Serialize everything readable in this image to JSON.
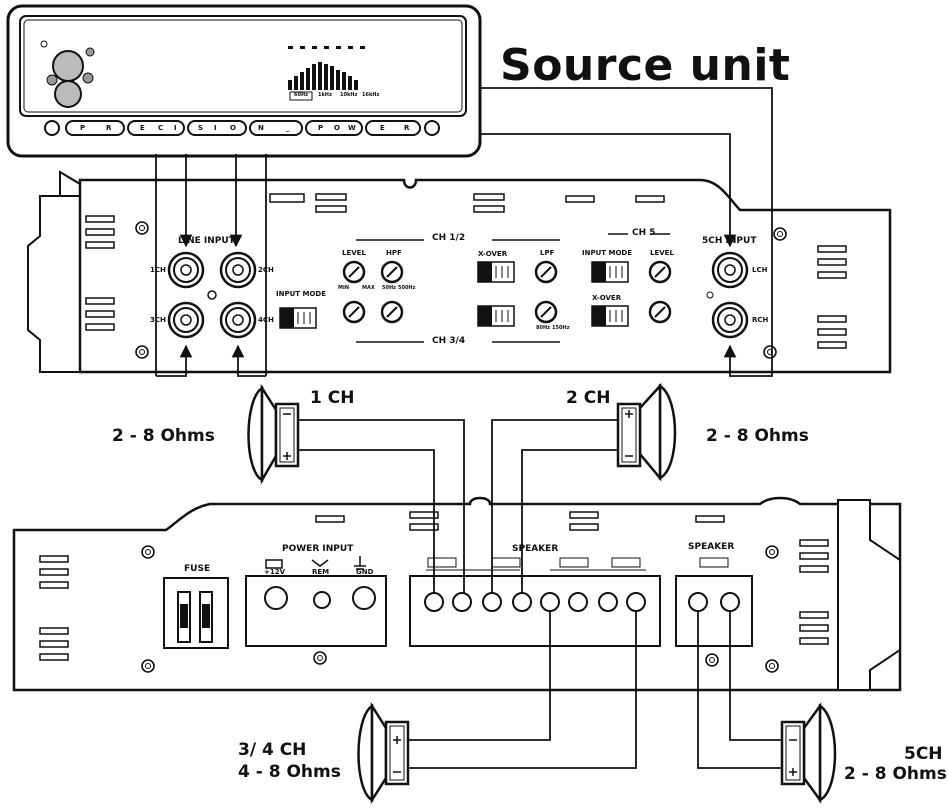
{
  "title": "Source unit",
  "head_unit": {
    "brand_letters": [
      "P",
      "R",
      "E",
      "C",
      "I",
      "S",
      "I",
      "O",
      "N",
      "_",
      "P",
      "O",
      "W",
      "E",
      "R"
    ],
    "eq_labels": [
      "60Hz",
      "1kHz",
      "10kHz",
      "16kHz"
    ]
  },
  "amp_top": {
    "line_input": "LINE INPUT",
    "ch12": "CH 1/2",
    "ch34": "CH 3/4",
    "ch5": "CH 5",
    "sch_input": "5CH INPUT",
    "input_mode": "INPUT MODE",
    "xover": "X-OVER",
    "level": "LEVEL",
    "hpf": "HPF",
    "lpf": "LPF",
    "jack_1ch": "1CH",
    "jack_2ch": "2CH",
    "jack_3ch": "3CH",
    "jack_4ch": "4CH",
    "lch": "LCH",
    "rch": "RCH",
    "min": "MIN",
    "max": "MAX",
    "hz50": "50Hz",
    "hz500": "500Hz",
    "hz80": "80Hz",
    "hz150": "150Hz"
  },
  "amp_bottom": {
    "fuse": "FUSE",
    "power_input": "POWER INPUT",
    "p12v": "+12V",
    "rem": "REM",
    "gnd": "GND",
    "speaker": "SPEAKER",
    "speaker5": "SPEAKER"
  },
  "speakers": {
    "ch1": "1 CH",
    "ch1_ohms": "2 - 8 Ohms",
    "ch2": "2 CH",
    "ch2_ohms": "2 - 8 Ohms",
    "ch34": "3/ 4 CH",
    "ch34_ohms": "4 - 8 Ohms",
    "ch5": "5CH",
    "ch5_ohms": "2 - 8 Ohms"
  }
}
